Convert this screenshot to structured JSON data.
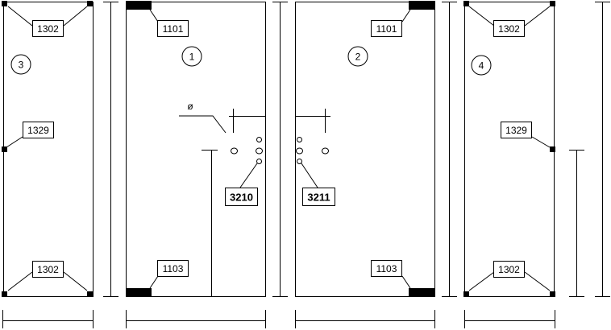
{
  "panels": {
    "panel3": {
      "number": "3",
      "top_label": "1302",
      "mid_label": "1329",
      "bottom_label": "1302"
    },
    "panel1": {
      "number": "1",
      "top_label": "1101",
      "bottom_label": "1103",
      "part_label": "3210",
      "diameter_symbol": "ø"
    },
    "panel2": {
      "number": "2",
      "top_label": "1101",
      "bottom_label": "1103",
      "part_label": "3211"
    },
    "panel4": {
      "number": "4",
      "top_label": "1302",
      "mid_label": "1329",
      "bottom_label": "1302"
    }
  }
}
